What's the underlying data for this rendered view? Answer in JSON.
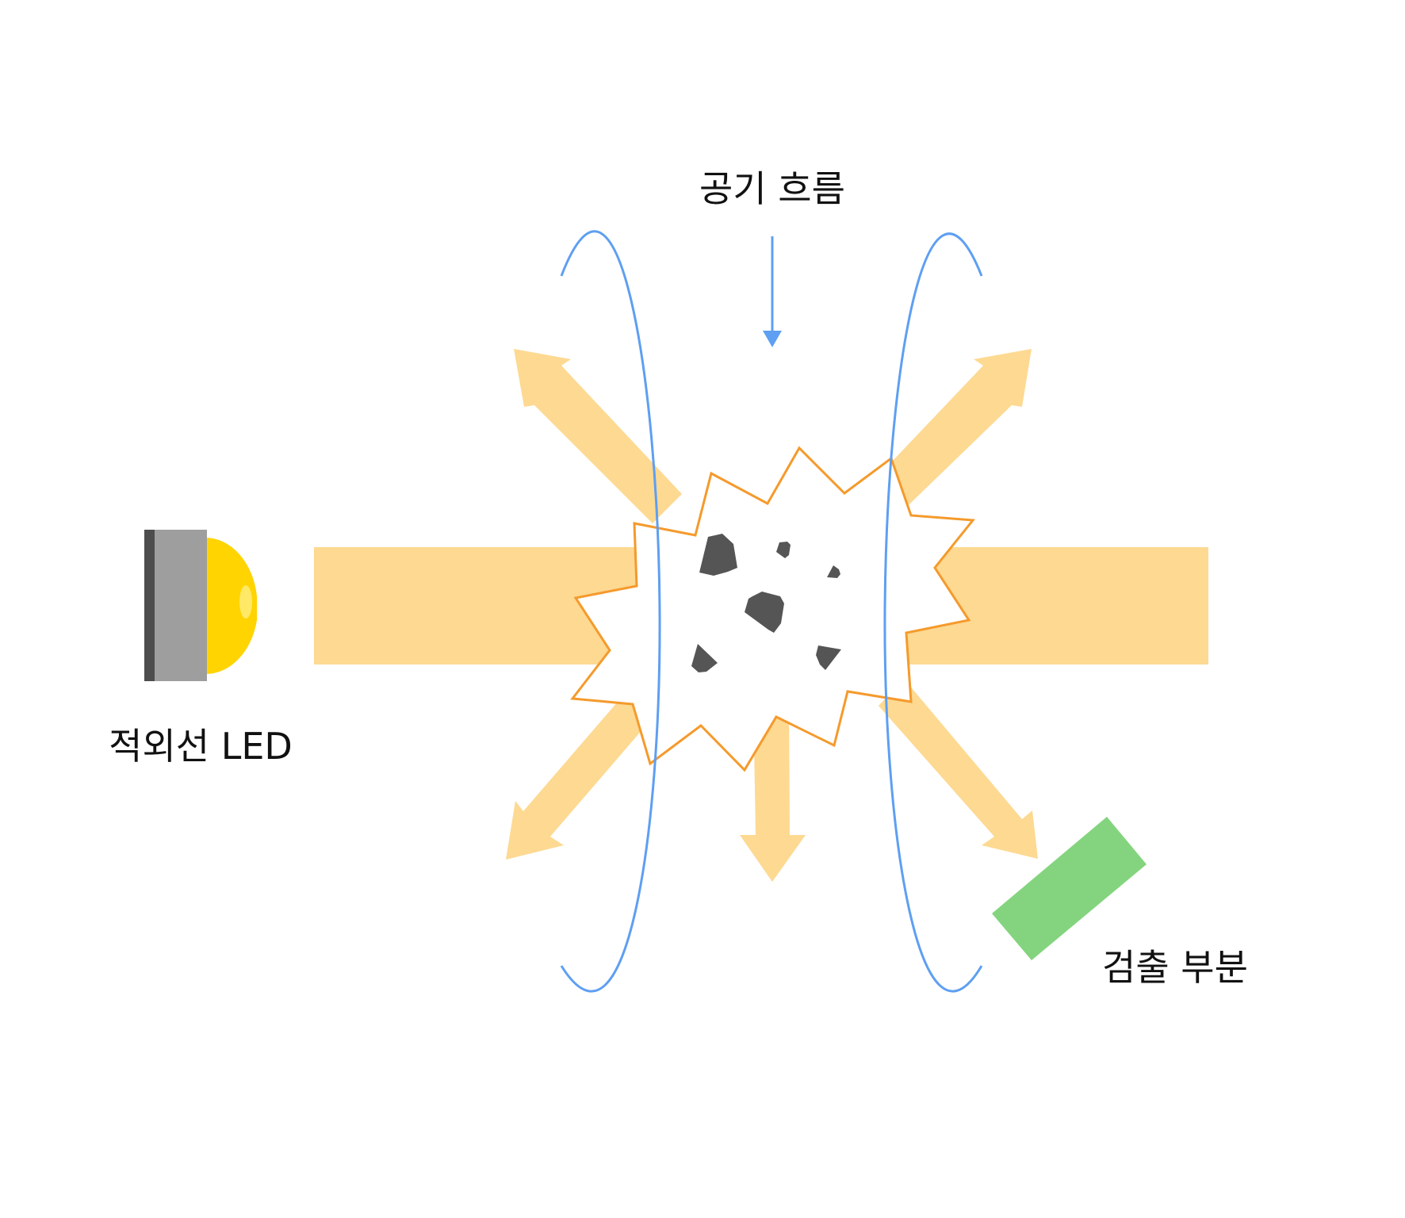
{
  "labels": {
    "air_flow": "공기 흐름",
    "ir_led": "적외선 LED",
    "detector": "검출 부분"
  },
  "colors": {
    "light_beam": "#fdd992",
    "air_flow_line": "#5e9ff2",
    "burst_outline": "#f59a2c",
    "particle": "#555555",
    "led_lens": "#ffd400",
    "led_body": "#9e9e9e",
    "led_back": "#4d4d4d",
    "detector": "#84d47f"
  },
  "icons": {
    "light_source": "infrared-led-icon",
    "sensor": "detector-block-icon",
    "particles": "dust-particle-icon",
    "scatter": "scatter-burst-icon"
  }
}
